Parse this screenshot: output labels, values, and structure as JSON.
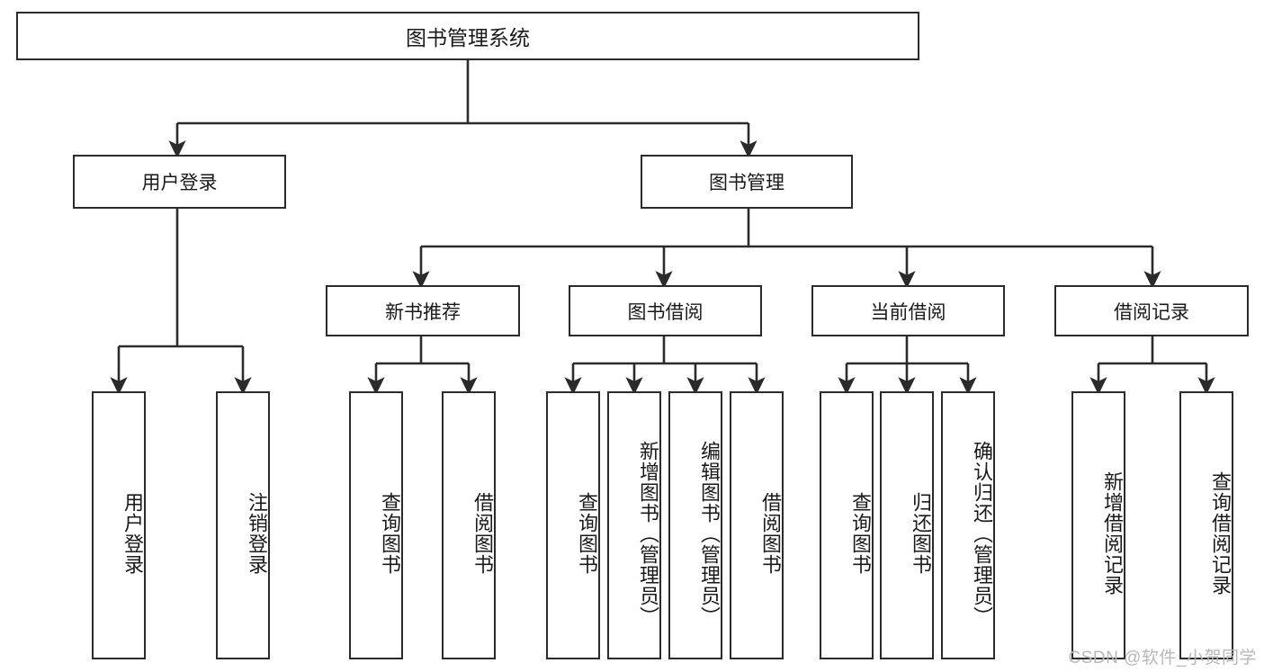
{
  "diagram": {
    "title": "图书管理系统",
    "type": "functional-structure-tree",
    "watermark": "CSDN @软件_小贺同学",
    "colors": {
      "box_border": "#2b2b2b",
      "box_fill": "#ffffff",
      "connector": "#2b2b2b",
      "text": "#1a1a1a",
      "watermark": "#b8b8b8"
    },
    "root": {
      "label": "图书管理系统"
    },
    "level2": [
      {
        "label": "用户登录"
      },
      {
        "label": "图书管理"
      }
    ],
    "level3": [
      {
        "label": "新书推荐"
      },
      {
        "label": "图书借阅"
      },
      {
        "label": "当前借阅"
      },
      {
        "label": "借阅记录"
      }
    ],
    "leaves": {
      "user_login": [
        {
          "label": "用户登录"
        },
        {
          "label": "注销登录"
        }
      ],
      "new_book_recommend": [
        {
          "label": "查询图书"
        },
        {
          "label": "借阅图书"
        }
      ],
      "book_borrow": [
        {
          "label": "查询图书"
        },
        {
          "label": "新增图书（管理员）"
        },
        {
          "label": "编辑图书（管理员）"
        },
        {
          "label": "借阅图书"
        }
      ],
      "current_borrow": [
        {
          "label": "查询图书"
        },
        {
          "label": "归还图书"
        },
        {
          "label": "确认归还（管理员）"
        }
      ],
      "borrow_record": [
        {
          "label": "新增借阅记录"
        },
        {
          "label": "查询借阅记录"
        }
      ]
    }
  }
}
